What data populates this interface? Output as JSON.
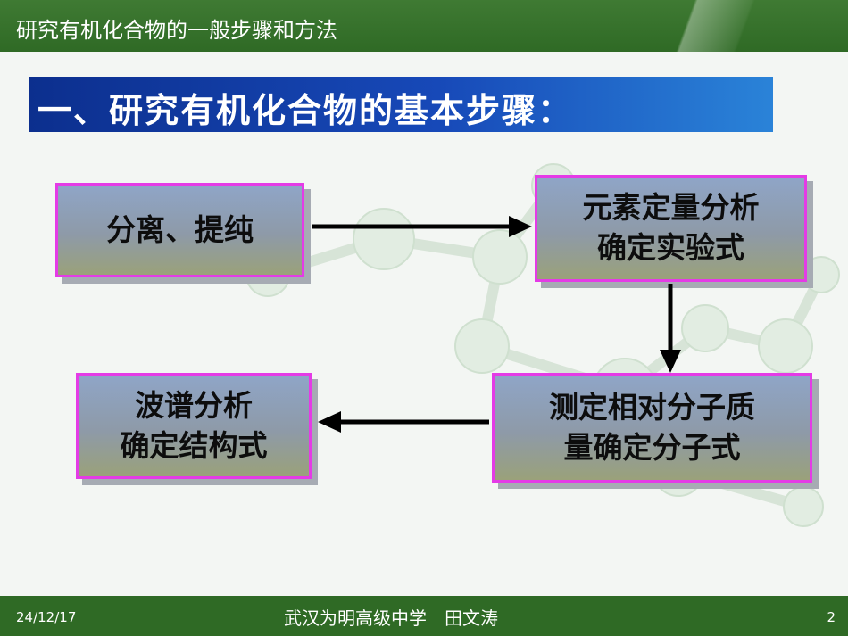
{
  "header": {
    "title": "研究有机化合物的一般步骤和方法"
  },
  "heading": {
    "text": "一、研究有机化合物的基本步骤："
  },
  "steps": {
    "separate": {
      "line1": "分离、提纯"
    },
    "element": {
      "line1": "元素定量分析",
      "line2": "确定实验式"
    },
    "molecular": {
      "line1": "测定相对分子质",
      "line2": "量确定分子式"
    },
    "spectrum": {
      "line1": "波谱分析",
      "line2": "确定结构式"
    }
  },
  "footer": {
    "date": "24/12/17",
    "org": "武汉为明高级中学　田文涛",
    "page": "2"
  }
}
